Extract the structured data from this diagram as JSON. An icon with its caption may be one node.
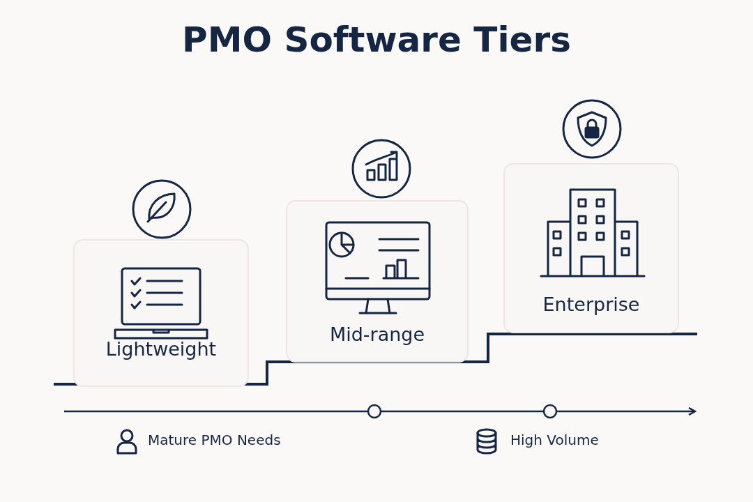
{
  "diagram": {
    "title": "PMO Software Tiers",
    "nodes": [
      {
        "text": [
          "Lightweight"
        ]
      },
      {
        "text": [
          "Mid-range"
        ]
      },
      {
        "text": [
          "Enterprise"
        ]
      }
    ],
    "edges": [],
    "labels": [
      "Mature PMO Needs",
      "High Volume"
    ]
  }
}
